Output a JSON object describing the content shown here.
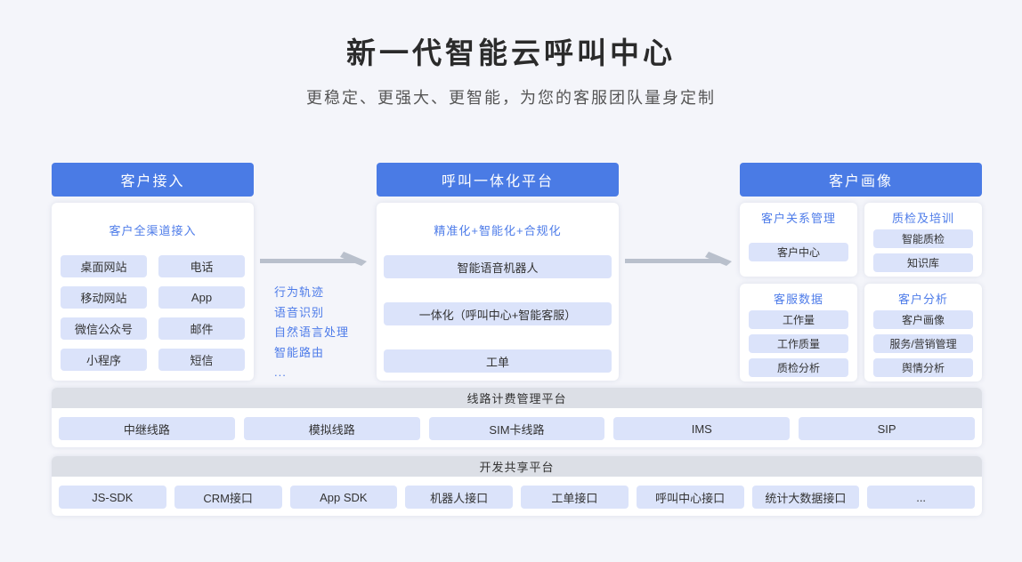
{
  "page": {
    "title": "新一代智能云呼叫中心",
    "subtitle": "更稳定、更强大、更智能，为您的客服团队量身定制"
  },
  "columns": {
    "access": {
      "header": "客户接入",
      "card_title": "客户全渠道接入",
      "chips": [
        "桌面网站",
        "电话",
        "移动网站",
        "App",
        "微信公众号",
        "邮件",
        "小程序",
        "短信"
      ]
    },
    "platform": {
      "header": "呼叫一体化平台",
      "card_title": "精准化+智能化+合规化",
      "chips": [
        "智能语音机器人",
        "一体化（呼叫中心+智能客服）",
        "工单"
      ]
    },
    "portrait": {
      "header": "客户画像",
      "cards": [
        {
          "title": "客户关系管理",
          "chips": [
            "客户中心"
          ]
        },
        {
          "title": "质检及培训",
          "chips": [
            "智能质检",
            "知识库"
          ]
        },
        {
          "title": "客服数据",
          "chips": [
            "工作量",
            "工作质量",
            "质检分析"
          ]
        },
        {
          "title": "客户分析",
          "chips": [
            "客户画像",
            "服务/营销管理",
            "舆情分析"
          ]
        }
      ]
    }
  },
  "flow": {
    "items": [
      "行为轨迹",
      "语音识别",
      "自然语言处理",
      "智能路由",
      "..."
    ]
  },
  "bars": [
    {
      "title": "线路计费管理平台",
      "chips": [
        "中继线路",
        "模拟线路",
        "SIM卡线路",
        "IMS",
        "SIP"
      ]
    },
    {
      "title": "开发共享平台",
      "chips": [
        "JS-SDK",
        "CRM接口",
        "App SDK",
        "机器人接口",
        "工单接口",
        "呼叫中心接口",
        "统计大数据接口",
        "..."
      ]
    }
  ],
  "colors": {
    "background": "#f4f5fa",
    "header_blue": "#4a7be5",
    "chip_blue": "#dbe3fa",
    "accent_text_blue": "#4e7ce9",
    "strip_gray": "#dcdfe6",
    "arrow_gray": "#b9c0cc"
  }
}
